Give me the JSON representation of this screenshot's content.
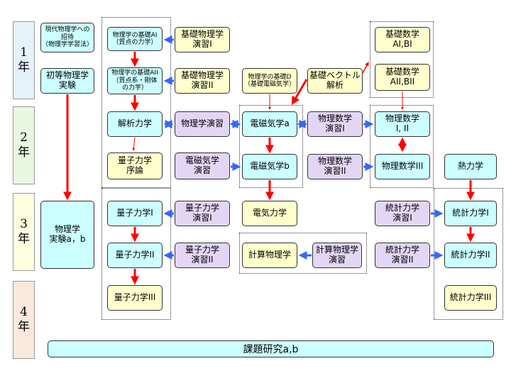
{
  "years": {
    "y1": {
      "num": "1",
      "unit": "年"
    },
    "y2": {
      "num": "2",
      "unit": "年"
    },
    "y3": {
      "num": "3",
      "unit": "年"
    },
    "y4": {
      "num": "4",
      "unit": "年"
    }
  },
  "courses": {
    "intro": "現代物理学への\n招待\n（物理学学習法）",
    "elem_lab": "初等物理学\n実験",
    "lab_ab": "物理学\n実験a，b",
    "found_a1": "物理学の基礎AI\n（質点の力学）",
    "found_a2": "物理学の基礎AII\n（質点系・剛体\nの力学）",
    "analytical": "解析力学",
    "qm_intro": "量子力学\n序論",
    "qm1": "量子力学I",
    "qm2": "量子力学II",
    "qm3": "量子力学III",
    "bp_ex1": "基礎物理学\n演習I",
    "bp_ex2": "基礎物理学\n演習II",
    "phys_ex": "物理学演習",
    "em_ex": "電磁気学\n演習",
    "qm_ex1": "量子力学\n演習I",
    "qm_ex2": "量子力学\n演習II",
    "found_d": "物理学の基礎D\n（基礎電磁気学）",
    "em_a": "電磁気学a",
    "em_b": "電磁気学b",
    "electro": "電気力学",
    "comp_phys": "計算物理学",
    "vec_anal": "基礎ベクトル\n解析",
    "comp_ex": "計算物理学\n演習",
    "mp_ex1": "物理数学\n演習I",
    "mp_ex2": "物理数学\n演習II",
    "math_ai": "基礎数学\nAI,BI",
    "math_aii": "基礎数学\nAII,BII",
    "mp_1": "物理数学\nI, II",
    "mp_3": "物理数学III",
    "thermo": "熱力学",
    "sm_ex1": "統計力学\n演習I",
    "sm_ex2": "統計力学\n演習II",
    "sm1": "統計力学I",
    "sm2": "統計力学II",
    "sm3": "統計力学III"
  },
  "project": "課題研究a,b",
  "colors": {
    "required_arrow": "#ff0000",
    "link_arrow": "#3366ff",
    "core": "#ccffff",
    "elective": "#ffffcc",
    "exercise": "#e3d6f5"
  }
}
